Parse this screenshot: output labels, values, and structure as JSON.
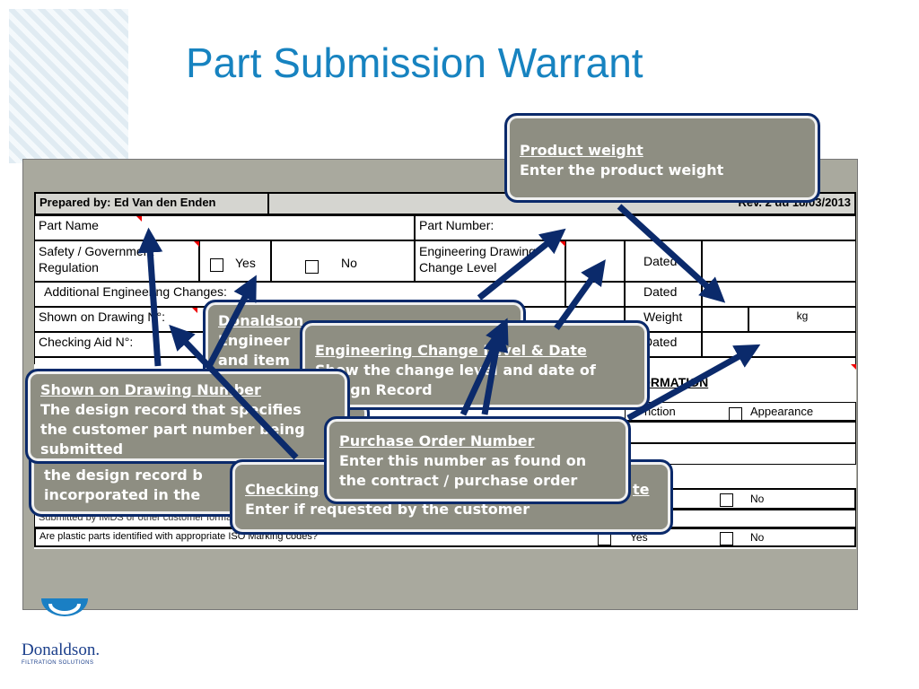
{
  "slide": {
    "title": "Part Submission Warrant"
  },
  "form": {
    "prepared_by": "Prepared by: Ed Van den Enden",
    "rev": "Rev. 2 dd 18/03/2013",
    "part_name": "Part Name",
    "part_number": "Part Number:",
    "safety_label_1": "Safety / Government",
    "safety_label_2": "Regulation",
    "yes": "Yes",
    "no": "No",
    "eng_drawing_1": "Engineering Drawing",
    "eng_drawing_2": "Change Level",
    "dated": "Dated",
    "additional_changes": "Additional Engineering Changes:",
    "shown_on_drawing": "Shown on Drawing N°:",
    "weight": "Weight",
    "kg": "kg",
    "checking_aid": "Checking Aid N°:",
    "information": "ORMATION",
    "function": "nction",
    "appearance": "Appearance",
    "submitted_imds": "Submitted by IMDS or other customer format",
    "plastic_parts": "Are plastic parts identified with appropriate ISO Marking codes?",
    "yes_2": "Yes",
    "no_2": "No",
    "no_3": "No"
  },
  "callouts": {
    "product_weight": {
      "title": "Product weight",
      "body": "Enter the product weight"
    },
    "donaldson": {
      "title": "Donaldson",
      "body_1": "Engineer",
      "body_2": "and item"
    },
    "eng_change": {
      "title": "Engineering Change Level & Date",
      "body_1": "Show the change level and date of",
      "body_2": "Design Record"
    },
    "shown_on_drawing": {
      "title": "Shown on Drawing Number",
      "body_1": "The design record that specifies",
      "body_2": "the customer part number being",
      "body_3": "submitted"
    },
    "hidden_1": {
      "body_1": "the design record b",
      "body_2": "incorporated in the"
    },
    "checking": {
      "title": "Checking",
      "title_suffix": "te",
      "body": "Enter if requested by the customer"
    },
    "purchase_order": {
      "title": "Purchase Order Number",
      "body_1": "Enter this number as found on",
      "body_2": "the contract / purchase order"
    }
  },
  "colors": {
    "title": "#1783c0",
    "arrow": "#0b2a6b",
    "callout_bg": "#8e8e82"
  },
  "logo": {
    "icon": "donaldson-logo",
    "text": "Donaldson.",
    "tagline": "FILTRATION SOLUTIONS"
  }
}
